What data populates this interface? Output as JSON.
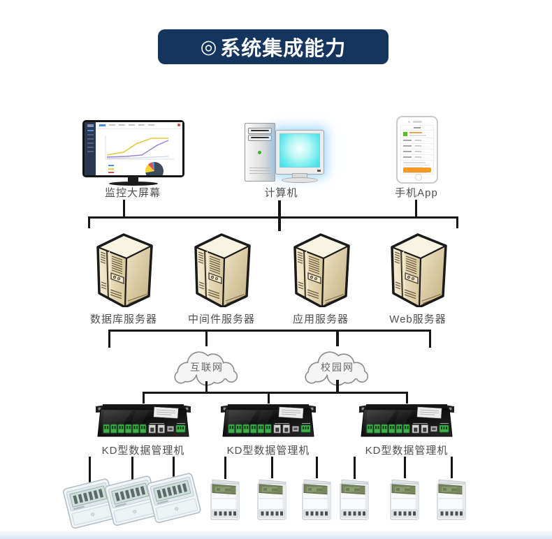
{
  "title": {
    "bullet_icon": "◎",
    "text": "系统集成能力",
    "bg_color": "#14355e",
    "text_color": "#ffffff"
  },
  "top_devices": {
    "monitor": {
      "label": "监控大屏幕"
    },
    "computer": {
      "label": "计算机"
    },
    "phone": {
      "label": "手机App"
    }
  },
  "servers": [
    {
      "label": "数据库服务器"
    },
    {
      "label": "中间件服务器"
    },
    {
      "label": "应用服务器"
    },
    {
      "label": "Web服务器"
    }
  ],
  "networks": [
    {
      "label": "互联网"
    },
    {
      "label": "校园网"
    }
  ],
  "gateways": [
    {
      "label": "KD型数据管理机",
      "meter_count": 3,
      "meter_type": "lcd-panel-meter"
    },
    {
      "label": "KD型数据管理机",
      "meter_count": 3,
      "meter_type": "din-rail-meter"
    },
    {
      "label": "KD型数据管理机",
      "meter_count": 3,
      "meter_type": "din-rail-meter"
    }
  ],
  "colors": {
    "connector_line": "#161616",
    "banner_bg": "#14355e",
    "server_body": "#e9dcb6",
    "gateway_body": "#141414",
    "terminal_green": "#3fae4a",
    "crt_screen_cyan": "#63e9ef",
    "phone_button_orange": "#f59a23",
    "label_text": "#4f4f4f"
  }
}
